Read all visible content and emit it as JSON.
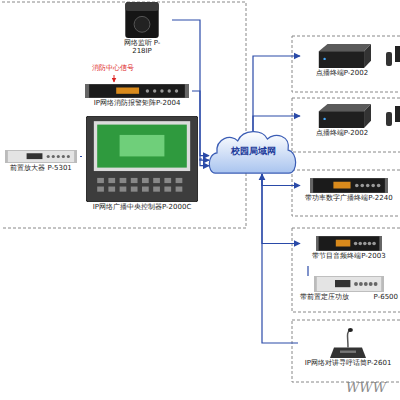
{
  "diagram": {
    "nodes": [
      {
        "text": [
          "网络监听 P-218IP"
        ]
      },
      {
        "text": [
          "IP网络消防报警矩阵P-2004"
        ]
      },
      {
        "text": [
          "前置放大器 P-5301"
        ]
      },
      {
        "text": [
          "IP网络广播中央控制器P-2000C"
        ]
      },
      {
        "text": [
          "校园局域网"
        ]
      },
      {
        "text": [
          "点播终端P-2002"
        ]
      },
      {
        "text": [
          "点播终端P-2002"
        ]
      },
      {
        "text": [
          "带功率数字广播终端P-2240"
        ]
      },
      {
        "text": [
          "带节目音频终端P-2003"
        ]
      },
      {
        "text": [
          "带前置定压功放",
          "P-6500"
        ]
      },
      {
        "text": [
          "IP网络对讲寻呼话筒P-2601"
        ]
      }
    ],
    "edges": [
      {
        "from": 0,
        "to": 4,
        "arrow": "to"
      },
      {
        "from": 1,
        "to": 4,
        "arrow": "to"
      },
      {
        "from": 2,
        "to": 3,
        "arrow": "none"
      },
      {
        "from": 3,
        "to": 4,
        "arrow": "to"
      },
      {
        "from": 4,
        "to": 5,
        "arrow": "to"
      },
      {
        "from": 4,
        "to": 6,
        "arrow": "to"
      },
      {
        "from": 4,
        "to": 7,
        "arrow": "to"
      },
      {
        "from": 4,
        "to": 8,
        "arrow": "to"
      },
      {
        "from": 8,
        "to": 9,
        "arrow": "none"
      },
      {
        "from": 10,
        "to": 4,
        "arrow": "to"
      }
    ],
    "labels": [
      "消防中心信号",
      "WWW"
    ]
  }
}
